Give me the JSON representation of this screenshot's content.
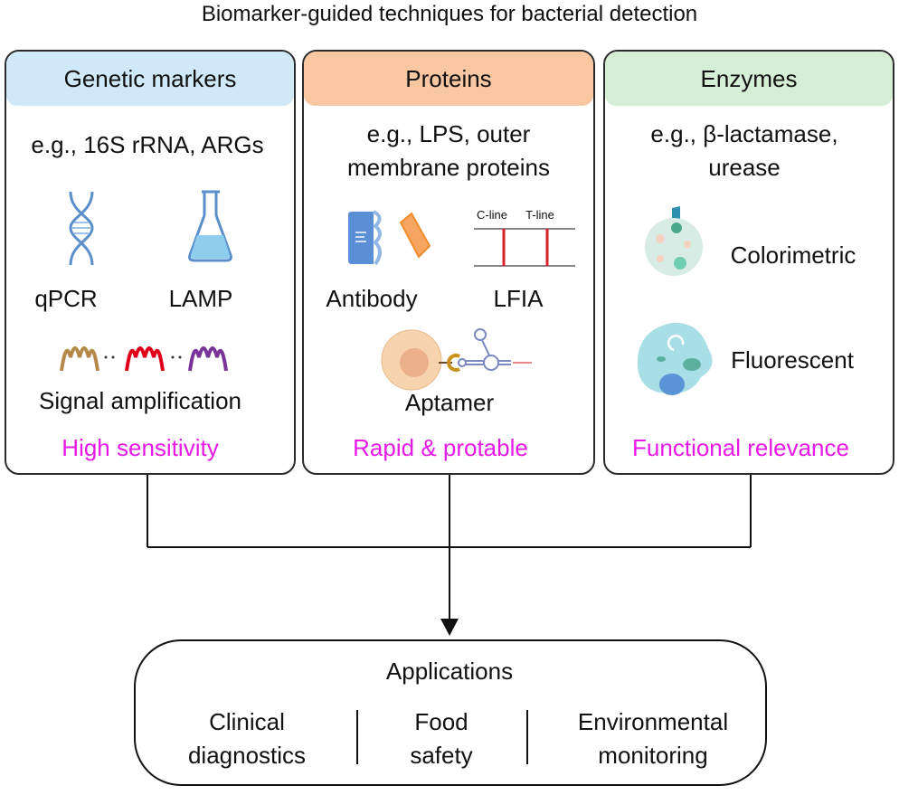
{
  "title": "Biomarker-guided techniques for bacterial detection",
  "panels": [
    {
      "header": "Genetic markers",
      "color": "#cfe9f8",
      "examples": "e.g., 16S rRNA, ARGs",
      "items": [
        "qPCR",
        "LAMP",
        "Signal amplification"
      ],
      "feature": "High sensitivity"
    },
    {
      "header": "Proteins",
      "color": "#f9c7a2",
      "examples_1": "e.g., LPS, outer",
      "examples_2": "membrane proteins",
      "items": [
        "Antibody",
        "LFIA",
        "Aptamer"
      ],
      "lfia_lines": [
        "C-line",
        "T-line"
      ],
      "feature": "Rapid & protable"
    },
    {
      "header": "Enzymes",
      "color": "#d5efd6",
      "examples_1": "e.g., β-lactamase,",
      "examples_2": "urease",
      "items": [
        "Colorimetric",
        "Fluorescent"
      ],
      "feature": "Functional relevance"
    }
  ],
  "applications": {
    "title": "Applications",
    "items_1": [
      "Clinical",
      "Food",
      "Environmental"
    ],
    "items_2": [
      "diagnostics",
      "safety",
      "monitoring"
    ]
  },
  "feature_color": "#e619e6"
}
